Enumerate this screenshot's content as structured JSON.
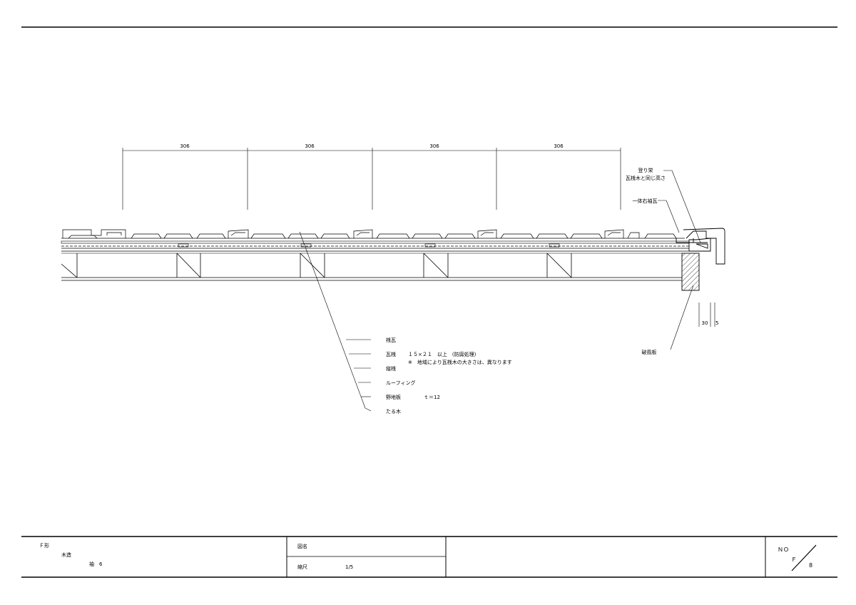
{
  "dimensions": [
    "306",
    "306",
    "306",
    "306"
  ],
  "bottom_dims": [
    "30",
    "5"
  ],
  "callouts_right": {
    "line1": "登り栄",
    "line2": "瓦桟木と同じ高さ",
    "kawara": "一体右袖瓦",
    "hafu": "破風板"
  },
  "callouts_left": [
    {
      "label": "桟瓦",
      "spec": "",
      "note": ""
    },
    {
      "label": "瓦桟",
      "spec": "１５×２１　以上　(防腐処理)",
      "note": "※　地域により瓦桟木の大きさは、異なります"
    },
    {
      "label": "縦桟",
      "spec": "",
      "note": ""
    },
    {
      "label": "ルーフィング",
      "spec": "",
      "note": ""
    },
    {
      "label": "野地板",
      "spec": "ｔ＝12",
      "note": ""
    },
    {
      "label": "たる木",
      "spec": "",
      "note": ""
    }
  ],
  "title_block": {
    "type_line": "Ｆ形",
    "material": "木造",
    "sleeve": "袖　6",
    "drawing_name_label": "図名",
    "drawing_name": "",
    "scale_label": "縮尺",
    "scale": "1/5",
    "no_label": "ＮＯ",
    "no_letter": "Ｆ",
    "no_number": "8"
  }
}
